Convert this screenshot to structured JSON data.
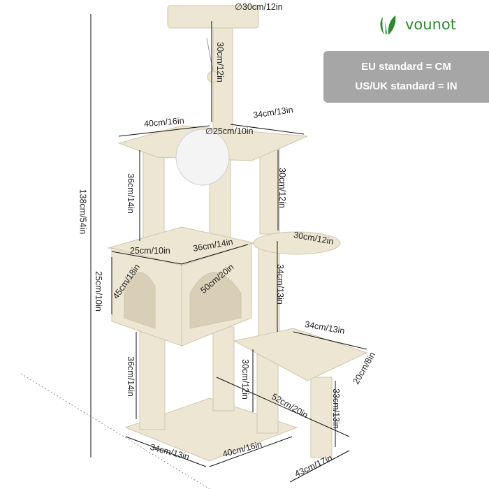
{
  "brand": {
    "name": "vounot",
    "color": "#2b8a2b"
  },
  "badge": {
    "line1": "EU standard = CM",
    "line2": "US/UK standard = IN",
    "color": "#a6a6a6"
  },
  "colors": {
    "plush": "#ede6d3",
    "sisal": "#e3dccb"
  },
  "dimensions": [
    "∅30cm/12in",
    "30cm/12in",
    "40cm/16in",
    "34cm/13in",
    "∅25cm/10in",
    "36cm/14in",
    "30cm/12in",
    "30cm/12in",
    "25cm/10in",
    "36cm/14in",
    "45cm/18in",
    "50cm/20in",
    "25cm/10in",
    "34cm/13in",
    "34cm/13in",
    "20cm/8in",
    "36cm/14in",
    "30cm/12in",
    "52cm/20in",
    "33cm/13in",
    "138cm/54in",
    "34cm/13in",
    "40cm/16in",
    "43cm/17in"
  ]
}
